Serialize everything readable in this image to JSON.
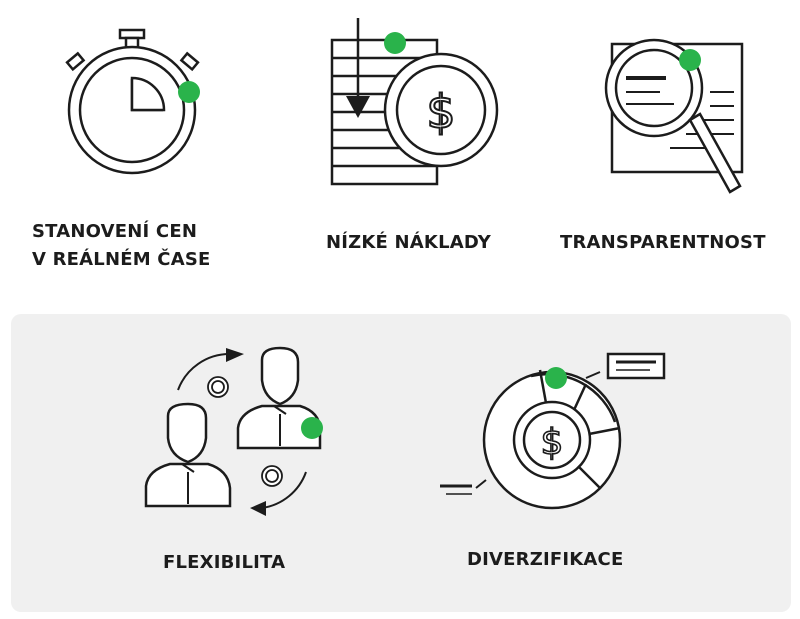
{
  "features_top": [
    {
      "id": "stopwatch",
      "label_lines": [
        "STANOVENÍ CEN",
        "V REÁLNÉM ČASE"
      ],
      "icon": "stopwatch-icon"
    },
    {
      "id": "low-costs",
      "label_lines": [
        "NÍZKÉ NÁKLADY"
      ],
      "icon": "coin-stack-icon"
    },
    {
      "id": "transparency",
      "label_lines": [
        "TRANSPARENTNOST"
      ],
      "icon": "magnifier-document-icon"
    }
  ],
  "features_bottom": [
    {
      "id": "flexibility",
      "label_lines": [
        "FLEXIBILITA"
      ],
      "icon": "people-exchange-icon"
    },
    {
      "id": "diversification",
      "label_lines": [
        "DIVERZIFIKACE"
      ],
      "icon": "pie-chart-dollar-icon"
    }
  ],
  "icon_glyphs": {
    "dollar": "$"
  },
  "colors": {
    "accent": "#2ab34b",
    "stroke": "#1c1c1c",
    "panel": "#f0f0f0"
  }
}
